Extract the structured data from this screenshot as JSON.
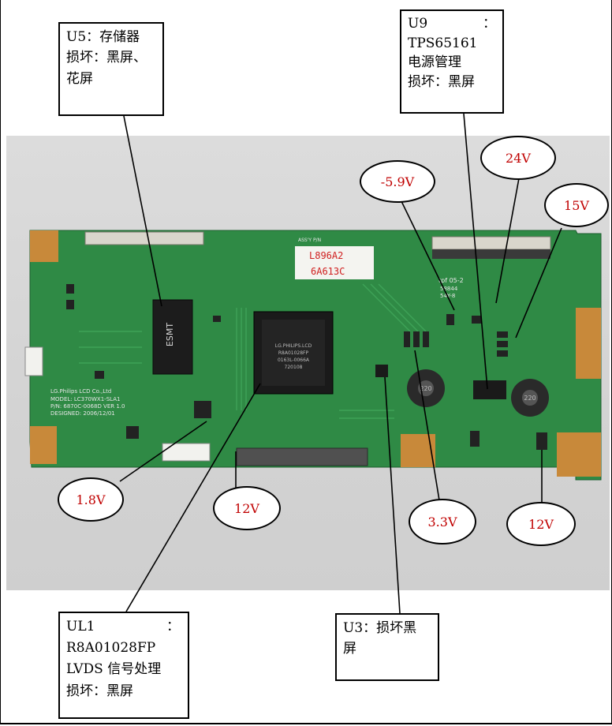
{
  "callouts": {
    "u5": [
      "U5：存储器",
      "损坏：黑屏、",
      "花屏"
    ],
    "u9": [
      "U9",
      "TPS65161",
      "电源管理",
      "损坏：黑屏"
    ],
    "u9_colon": "：",
    "ul1": [
      "UL1",
      "R8A01028FP",
      "LVDS 信号处理",
      "损坏：黑屏"
    ],
    "ul1_colon": "：",
    "u3": [
      "U3：损坏黑",
      "屏"
    ]
  },
  "voltages": {
    "neg5_9": "-5.9V",
    "v24": "24V",
    "v15": "15V",
    "v1_8": "1.8V",
    "v12_left": "12V",
    "v3_3": "3.3V",
    "v12_right": "12V"
  },
  "board": {
    "chip_esmt": "ESMT",
    "main_ic_lines": [
      "LG.PHILIPS.LCD",
      "R8A01028FP",
      "0163L-0066A",
      "720108"
    ],
    "silkscreen_lines": [
      "LG.Philips LCD Co.,Ltd",
      "MODEL: LC370WX1-SLA1",
      "P/N: 6870C-0068D VER 1.0",
      "DESIGNED: 2006/12/01"
    ],
    "sticker_top": "L896A2",
    "sticker_bottom": "6A613C",
    "assy_label": "ASS'Y P/N",
    "inductor_label": "220",
    "tpf_label": "tpf 05-2",
    "tpf_lines": [
      "58844",
      "54Y-8"
    ]
  },
  "colors": {
    "pcb": "#2f8a45",
    "pcb_dark": "#1f6a33",
    "copper": "#c8893a",
    "voltage_text": "#c00000"
  }
}
